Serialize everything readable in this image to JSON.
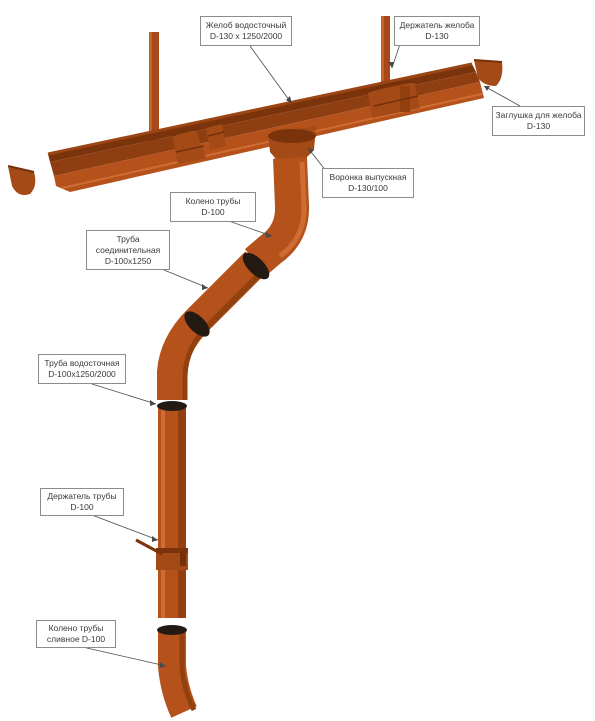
{
  "colors": {
    "body": "#b5521c",
    "shade": "#93400f",
    "dark": "#74300a",
    "light": "#cf6c34",
    "ring": "#241a14",
    "label_border": "#8c8c8c",
    "leader": "#4a4a4a"
  },
  "labels": {
    "gutter": {
      "line1": "Желоб водосточный",
      "line2": "D-130 x 1250/2000"
    },
    "gutter_holder": {
      "line1": "Держатель желоба",
      "line2": "D-130"
    },
    "gutter_cap": {
      "line1": "Заглушка для желоба",
      "line2": "D-130"
    },
    "outlet": {
      "line1": "Воронка выпускная",
      "line2": "D-130/100"
    },
    "elbow": {
      "line1": "Колено трубы",
      "line2": "D-100"
    },
    "connecting_pipe": {
      "line1": "Труба",
      "line2": "соединительная",
      "line3": "D-100x1250"
    },
    "downpipe": {
      "line1": "Труба водосточная",
      "line2": "D-100x1250/2000"
    },
    "pipe_holder": {
      "line1": "Держатель трубы",
      "line2": "D-100"
    },
    "drain_elbow": {
      "line1": "Колено трубы",
      "line2": "сливное D-100"
    }
  }
}
